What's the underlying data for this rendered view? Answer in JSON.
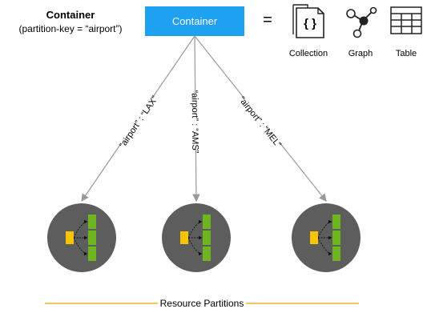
{
  "container_heading": {
    "title": "Container",
    "subtitle": "(partition-key = “airport”)"
  },
  "container_box": {
    "label": "Container",
    "color": "#1ea1f0"
  },
  "equals_sign": "=",
  "models": [
    {
      "label": "Collection",
      "icon": "collection-braces-icon"
    },
    {
      "label": "Graph",
      "icon": "graph-nodes-icon"
    },
    {
      "label": "Table",
      "icon": "table-grid-icon"
    }
  ],
  "edges": [
    {
      "label": "“airport” : “LAX”"
    },
    {
      "label": "“airport” : “AMS”"
    },
    {
      "label": "“airport” : “MEL”"
    }
  ],
  "partitions_caption": "Resource Partitions",
  "colors": {
    "partition_fill": "#5d5d5d",
    "leader": "#f6c400",
    "follower": "#6fb51f",
    "footer_line": "#f0b02a",
    "edge_line": "#9a9a9a"
  }
}
